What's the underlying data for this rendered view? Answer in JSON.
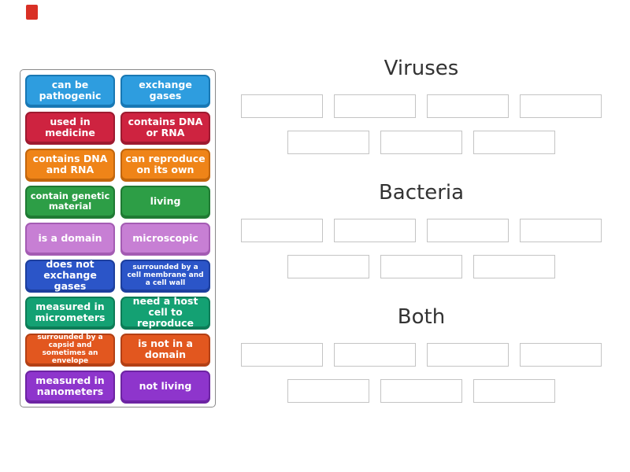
{
  "page": {
    "background": "#ffffff",
    "accent_marker_color": "#d93025"
  },
  "groups": [
    {
      "title": "Viruses",
      "slot_rows": [
        4,
        3
      ]
    },
    {
      "title": "Bacteria",
      "slot_rows": [
        4,
        3
      ]
    },
    {
      "title": "Both",
      "slot_rows": [
        4,
        3
      ]
    }
  ],
  "tiles": [
    {
      "label": "can be pathogenic",
      "bg": "#2e9ddf",
      "border": "#1878b4"
    },
    {
      "label": "exchange gases",
      "bg": "#2e9ddf",
      "border": "#1878b4"
    },
    {
      "label": "used in medicine",
      "bg": "#ce2340",
      "border": "#9e1a30"
    },
    {
      "label": "contains DNA or RNA",
      "bg": "#ce2340",
      "border": "#9e1a30"
    },
    {
      "label": "contains DNA and RNA",
      "bg": "#ef8418",
      "border": "#c2660d"
    },
    {
      "label": "can reproduce on its own",
      "bg": "#ef8418",
      "border": "#c2660d"
    },
    {
      "label": "contain genetic material",
      "bg": "#2d9e46",
      "border": "#1f7a33"
    },
    {
      "label": "living",
      "bg": "#2d9e46",
      "border": "#1f7a33"
    },
    {
      "label": "is a domain",
      "bg": "#c77fd4",
      "border": "#a45cb3"
    },
    {
      "label": "microscopic",
      "bg": "#c77fd4",
      "border": "#a45cb3"
    },
    {
      "label": "does not exchange gases",
      "bg": "#2b55c8",
      "border": "#1d3f9e"
    },
    {
      "label": "surrounded by a cell membrane and a cell wall",
      "bg": "#2b55c8",
      "border": "#1d3f9e"
    },
    {
      "label": "measured in micrometers",
      "bg": "#14a173",
      "border": "#0d7c57"
    },
    {
      "label": "need a host cell to reproduce",
      "bg": "#14a173",
      "border": "#0d7c57"
    },
    {
      "label": "surrounded by a capsid and sometimes an envelope",
      "bg": "#e2571f",
      "border": "#b34015"
    },
    {
      "label": "is not in a domain",
      "bg": "#e2571f",
      "border": "#b34015"
    },
    {
      "label": "measured in nanometers",
      "bg": "#8e35cc",
      "border": "#6d24a3"
    },
    {
      "label": "not living",
      "bg": "#8e35cc",
      "border": "#6d24a3"
    }
  ]
}
